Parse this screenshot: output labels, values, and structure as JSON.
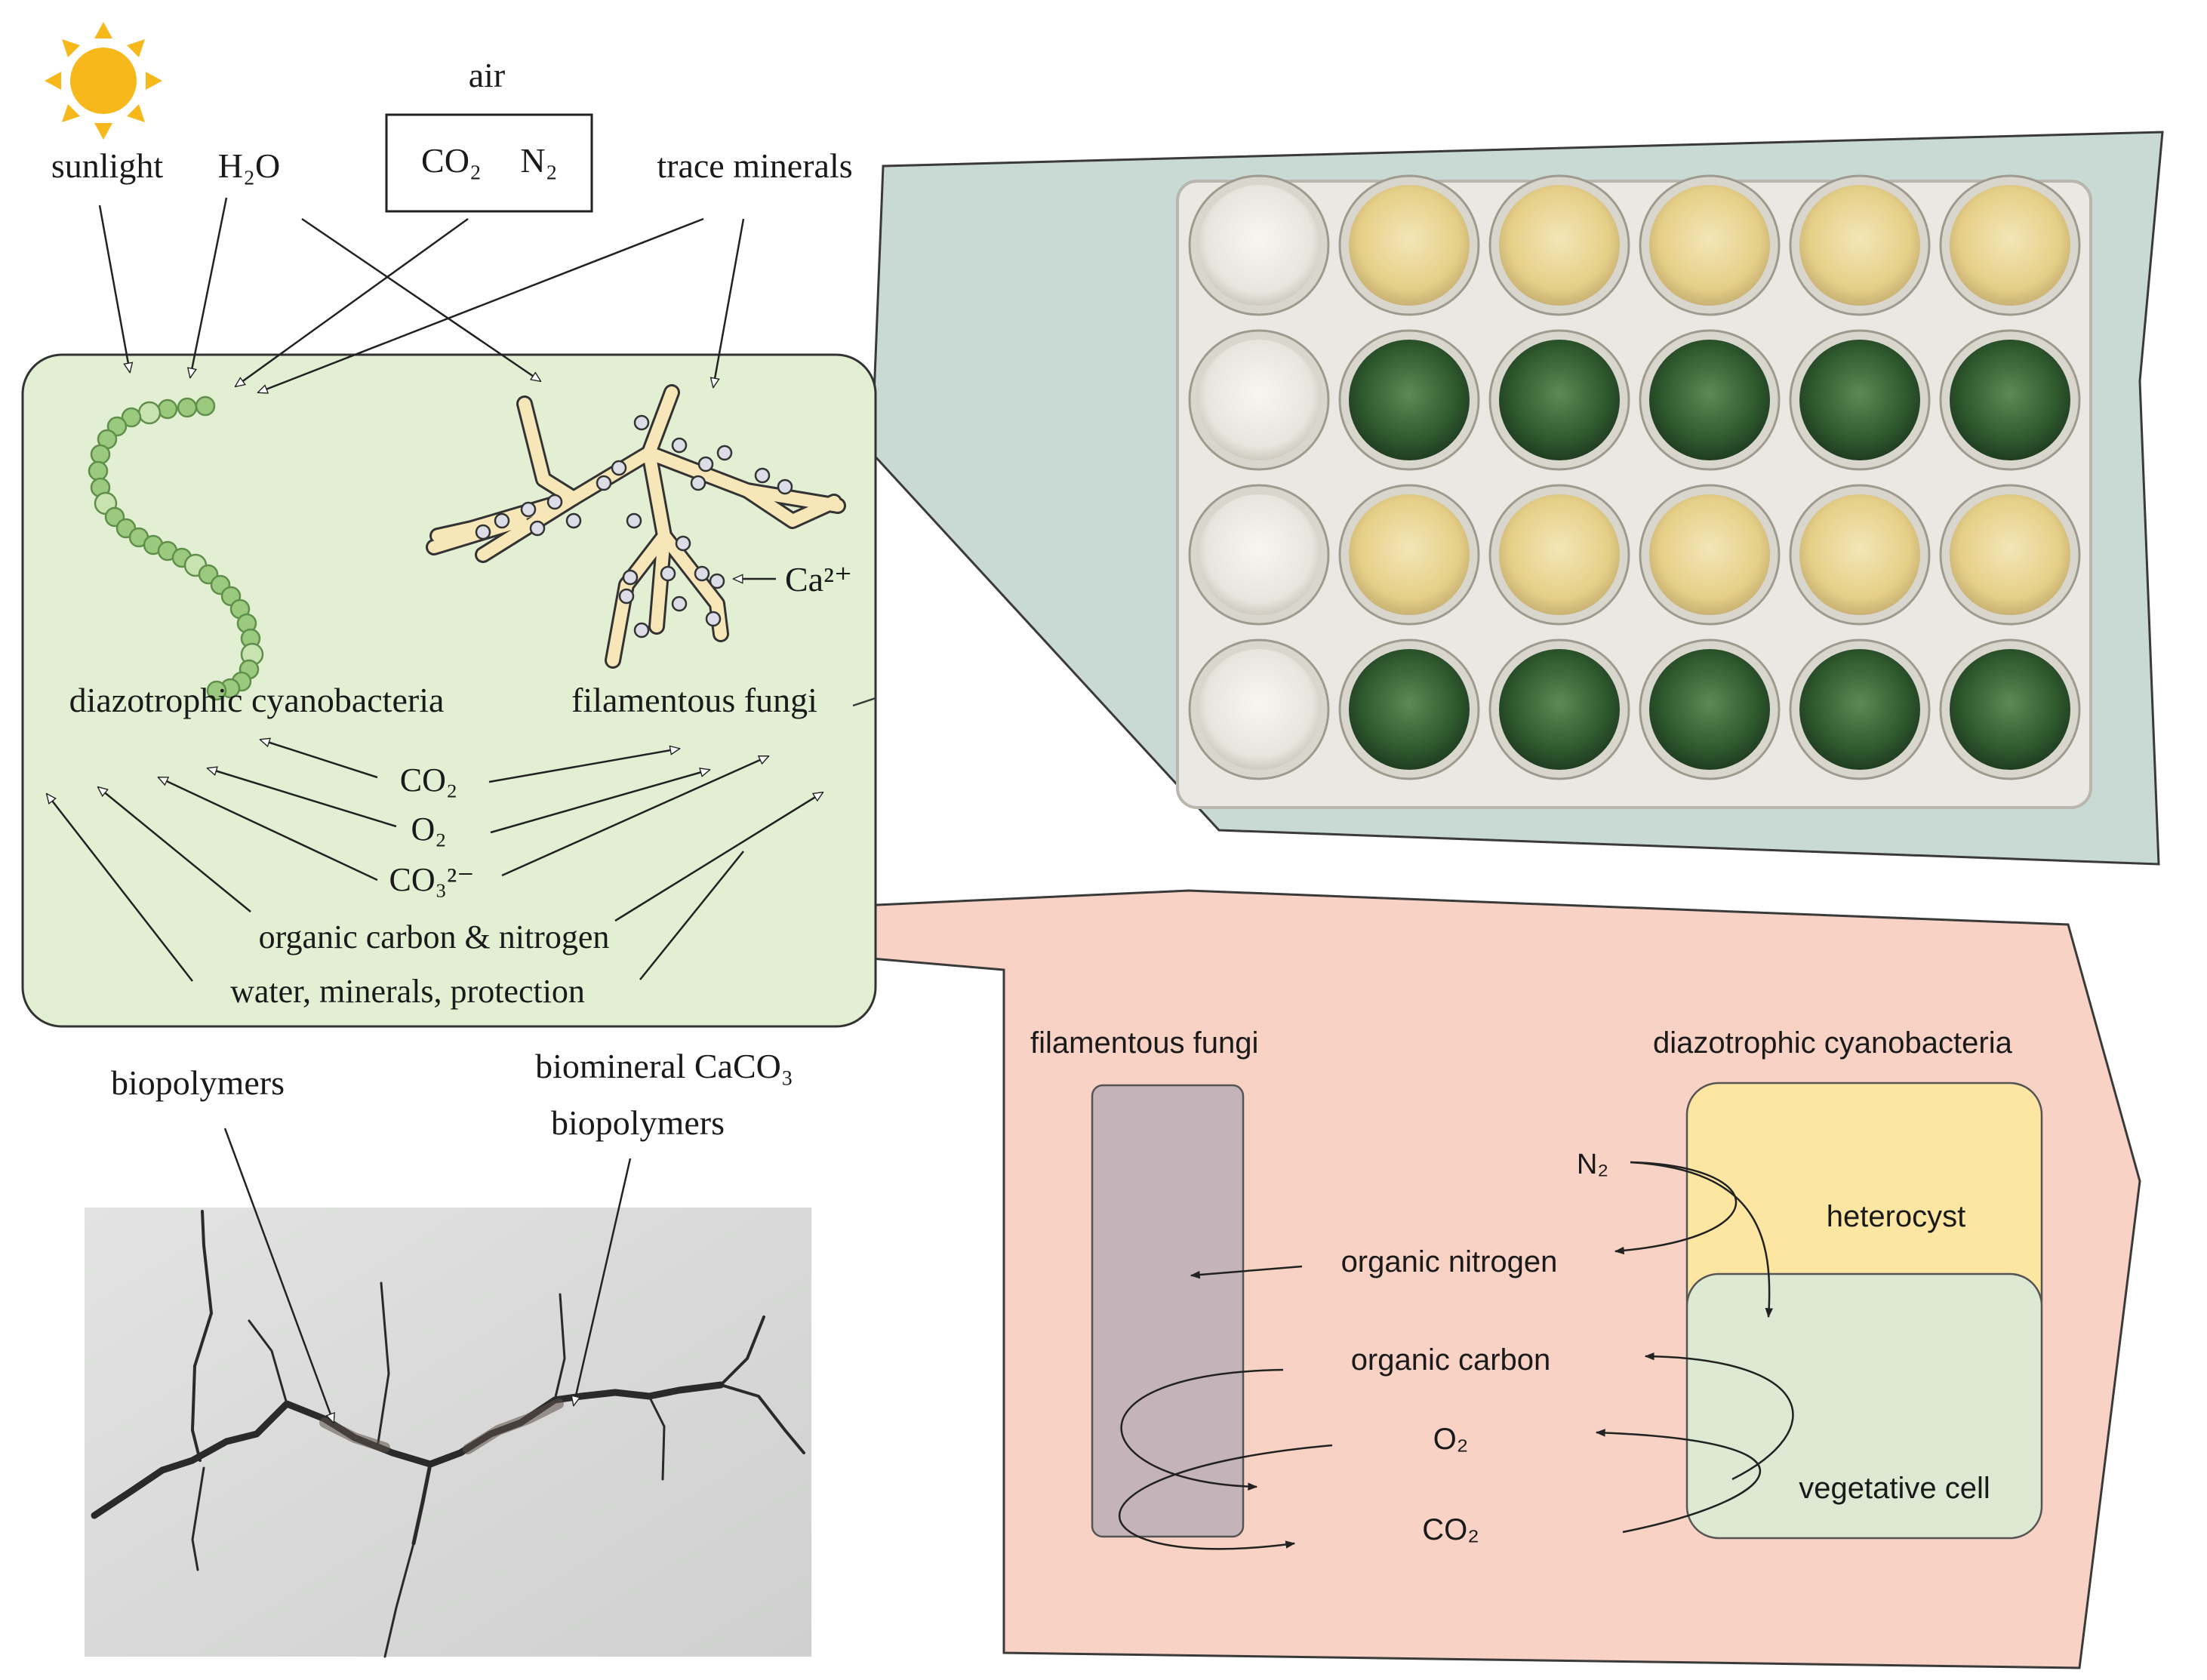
{
  "top": {
    "sunlight": "sunlight",
    "water": "H₂O",
    "air_label": "air",
    "air_co2": "CO₂",
    "air_n2": "N₂",
    "trace_minerals": "trace minerals"
  },
  "community": {
    "cyanobacteria_label": "diazotrophic cyanobacteria",
    "fungi_label": "filamentous fungi",
    "calcium": "Ca²⁺",
    "exchange": {
      "co2": "CO₂",
      "o2": "O₂",
      "co3": "CO₃²⁻",
      "organic_cn": "organic carbon & nitrogen",
      "water_minerals": "water, minerals, protection"
    }
  },
  "crack": {
    "biopolymers_left": "biopolymers",
    "biomineral": "biomineral CaCO₃",
    "biopolymers_right": "biopolymers"
  },
  "detail": {
    "fungi_title": "filamentous fungi",
    "cyano_title": "diazotrophic cyanobacteria",
    "n2": "N₂",
    "heterocyst": "heterocyst",
    "organic_nitrogen": "organic nitrogen",
    "organic_carbon": "organic carbon",
    "o2": "O₂",
    "co2": "CO₂",
    "vegetative_cell": "vegetative cell"
  },
  "colors": {
    "community_box": "#e3efd3",
    "plate_callout": "#c9d9d3",
    "detail_callout": "#f8d2c4",
    "fungi_column": "#c4b3b8",
    "heterocyst": "#fde6a2",
    "vegetative": "#dde9d2",
    "sun": "#f7b81c",
    "cyano_bead": "#9bc97e",
    "hypha": "#f6e6b8",
    "yellow_well": "#ecd79a",
    "green_well": "#3f6a3a"
  },
  "plate": {
    "rows": [
      [
        "clear",
        "yellow",
        "yellow",
        "yellow",
        "yellow",
        "yellow"
      ],
      [
        "clear",
        "green",
        "green",
        "green",
        "green",
        "green"
      ],
      [
        "clear",
        "yellow",
        "yellow",
        "yellow",
        "yellow",
        "yellow"
      ],
      [
        "clear",
        "green",
        "green",
        "green",
        "green",
        "green"
      ]
    ]
  }
}
